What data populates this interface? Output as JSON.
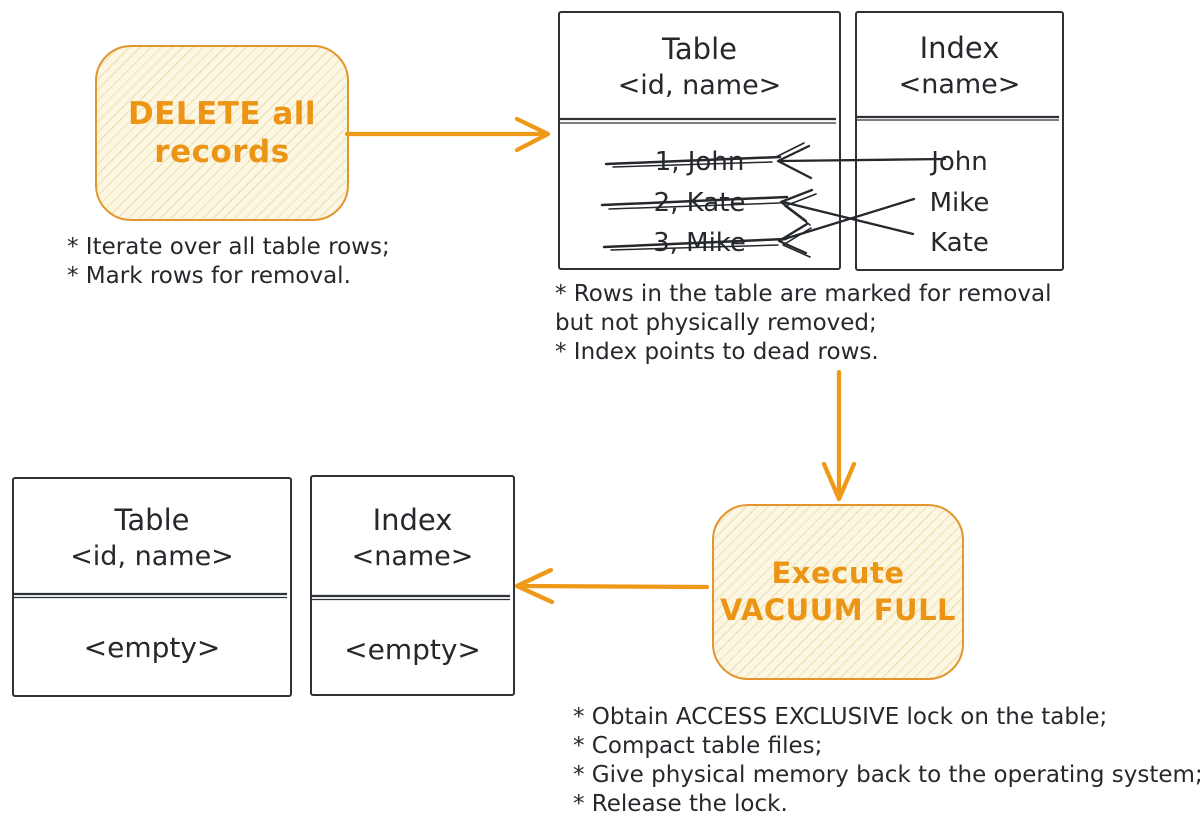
{
  "colors": {
    "accent_orange": "#ee9a18",
    "accent_orange_text": "#ec9414",
    "accent_orange_border": "#e2962d",
    "accent_fill": "#fcf7e3",
    "ink": "#25282c",
    "box_border": "#2e3136",
    "background": "#ffffff"
  },
  "delete_box": {
    "line1": "DELETE all",
    "line2": "records"
  },
  "delete_notes": {
    "line1": "* Iterate over all table rows;",
    "line2": "* Mark rows for removal."
  },
  "table_top": {
    "title": "Table",
    "schema": "<id, name>",
    "rows": [
      "1, John",
      "2, Kate",
      "3, Mike"
    ]
  },
  "index_top": {
    "title": "Index",
    "schema": "<name>",
    "rows": [
      "John",
      "Mike",
      "Kate"
    ]
  },
  "mid_notes": {
    "line1": "* Rows in the table are marked for removal",
    "line2": "but not physically removed;",
    "line3": "* Index points to dead rows."
  },
  "vacuum_box": {
    "line1": "Execute",
    "line2": "VACUUM FULL"
  },
  "table_bottom": {
    "title": "Table",
    "schema": "<id, name>",
    "body": "<empty>"
  },
  "index_bottom": {
    "title": "Index",
    "schema": "<name>",
    "body": "<empty>"
  },
  "bottom_notes": {
    "line1": "* Obtain ACCESS EXCLUSIVE lock on the table;",
    "line2": "* Compact table files;",
    "line3": "* Give physical memory back to the operating system;",
    "line4": "* Release the lock."
  }
}
